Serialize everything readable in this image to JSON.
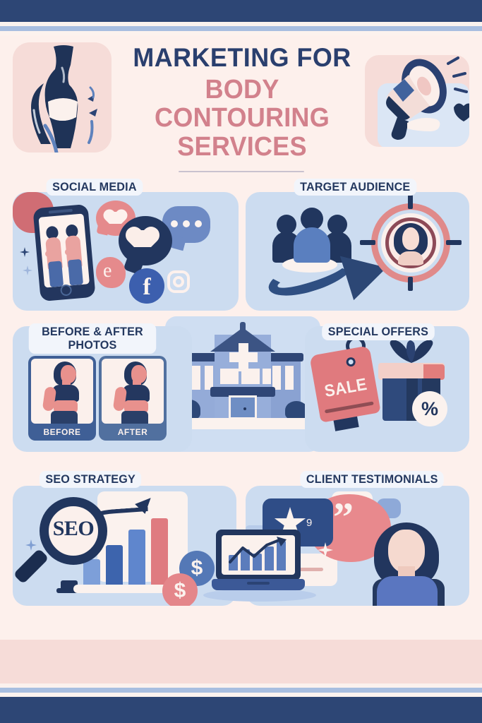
{
  "header": {
    "title_line1": "MARKETING FOR",
    "title_line2": "BODY CONTOURING",
    "title_line3": "SERVICES",
    "left_icon": "body-silhouette-icon",
    "right_icon": "megaphone-icon"
  },
  "sections": [
    {
      "id": "social-media",
      "label": "SOCIAL MEDIA"
    },
    {
      "id": "target-audience",
      "label": "TARGET AUDIENCE"
    },
    {
      "id": "before-after",
      "label": "BEFORE & AFTER\nPHOTOS"
    },
    {
      "id": "special-offers",
      "label": "SPECIAL OFFERS"
    },
    {
      "id": "seo-strategy",
      "label": "SEO STRATEGY"
    },
    {
      "id": "client-testimonials",
      "label": "CLIENT TESTIMONIALS"
    }
  ],
  "social": {
    "facebook_glyph": "f",
    "instagram_icon": "instagram-icon",
    "message_glyph": "e",
    "heart_icon": "heart-icon",
    "phone_icon": "smartphone-icon"
  },
  "before_after": {
    "before_label": "BEFORE",
    "after_label": "AFTER"
  },
  "offers": {
    "sale_text": "SALE",
    "percent_badge": "%",
    "gift_icon": "gift-box-icon"
  },
  "seo": {
    "magnifier_text": "SEO",
    "coin_symbol": "$",
    "coin_symbol_2": "$",
    "chart_icon": "bar-chart-icon",
    "laptop_icon": "laptop-icon"
  },
  "testimonials": {
    "star_icon": "star-icon",
    "star_count_label": "9",
    "quote_glyph": "”",
    "avatar_icon": "woman-avatar-icon"
  },
  "clinic": {
    "icon": "clinic-building-icon",
    "cross_icon": "medical-cross-icon"
  },
  "colors": {
    "navy": "#2d4675",
    "navy_text": "#24385f",
    "rose": "#d2818c",
    "panel_blue": "#ccdcf0",
    "cream_bg": "#fdf0ec",
    "pink_band": "#f6dcd8",
    "light_blue_rule": "#a8bee0"
  }
}
